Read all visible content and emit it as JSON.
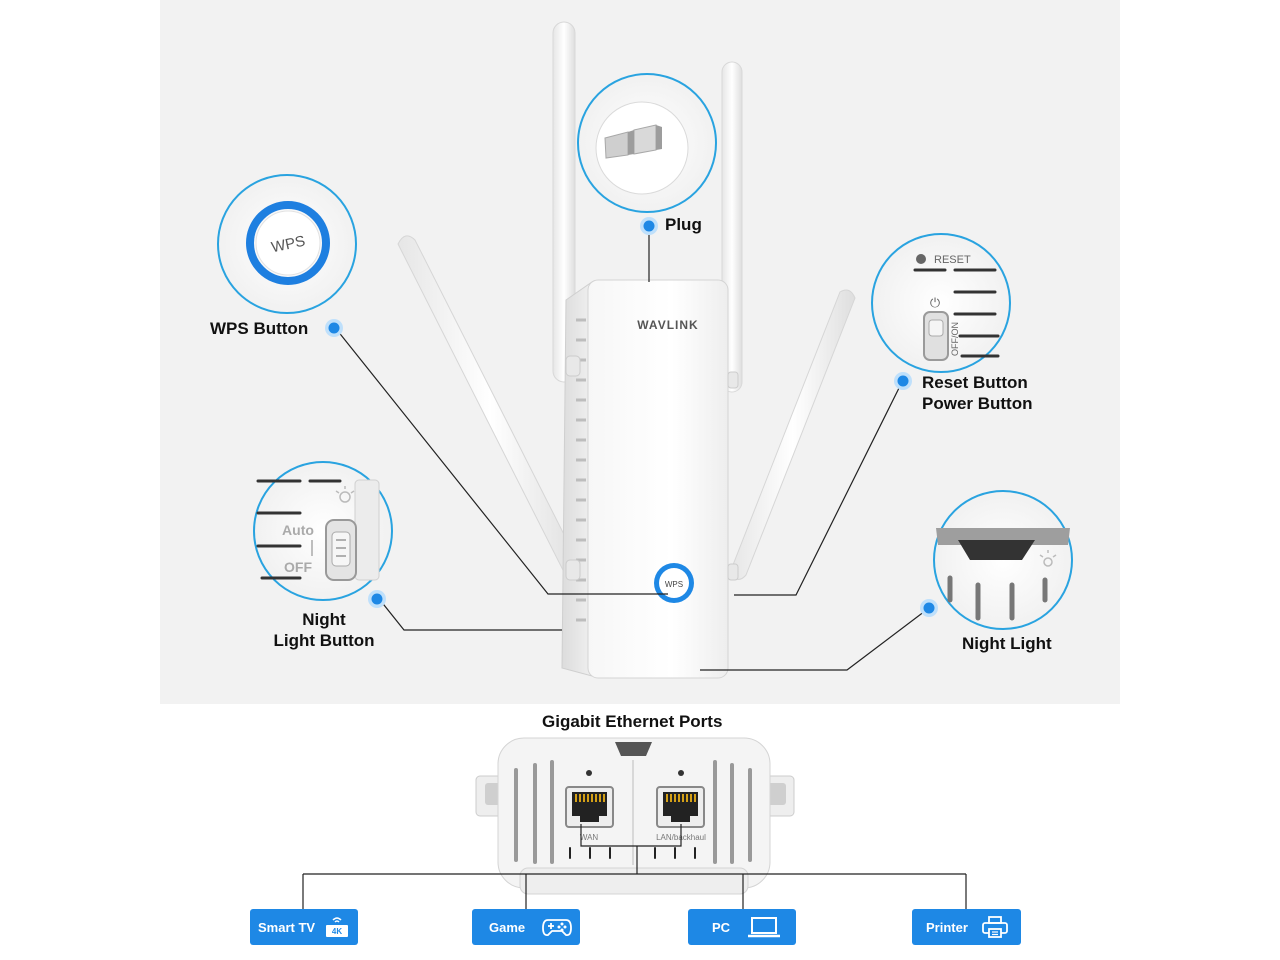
{
  "callouts": {
    "plug": "Plug",
    "wps": "WPS Button",
    "reset_line1": "Reset Button",
    "reset_line2": "Power Button",
    "night_button_line1": "Night",
    "night_button_line2": "Light Button",
    "night_light": "Night Light"
  },
  "device": {
    "brand": "WAVLINK",
    "wps_label": "WPS",
    "reset_label": "RESET",
    "onoff_label": "OFF/ON",
    "auto_label": "Auto",
    "off_label": "OFF"
  },
  "ethernet": {
    "title": "Gigabit Ethernet Ports",
    "wan_label": "WAN",
    "lan_label": "LAN/backhaul"
  },
  "devices": [
    {
      "label": "Smart TV",
      "icon": "smart-tv-icon",
      "badge": "4K"
    },
    {
      "label": "Game",
      "icon": "gamepad-icon"
    },
    {
      "label": "PC",
      "icon": "laptop-icon"
    },
    {
      "label": "Printer",
      "icon": "printer-icon"
    }
  ],
  "colors": {
    "accent": "#1e88e5",
    "dot": "#2196f3",
    "background": "#f2f2f2"
  }
}
